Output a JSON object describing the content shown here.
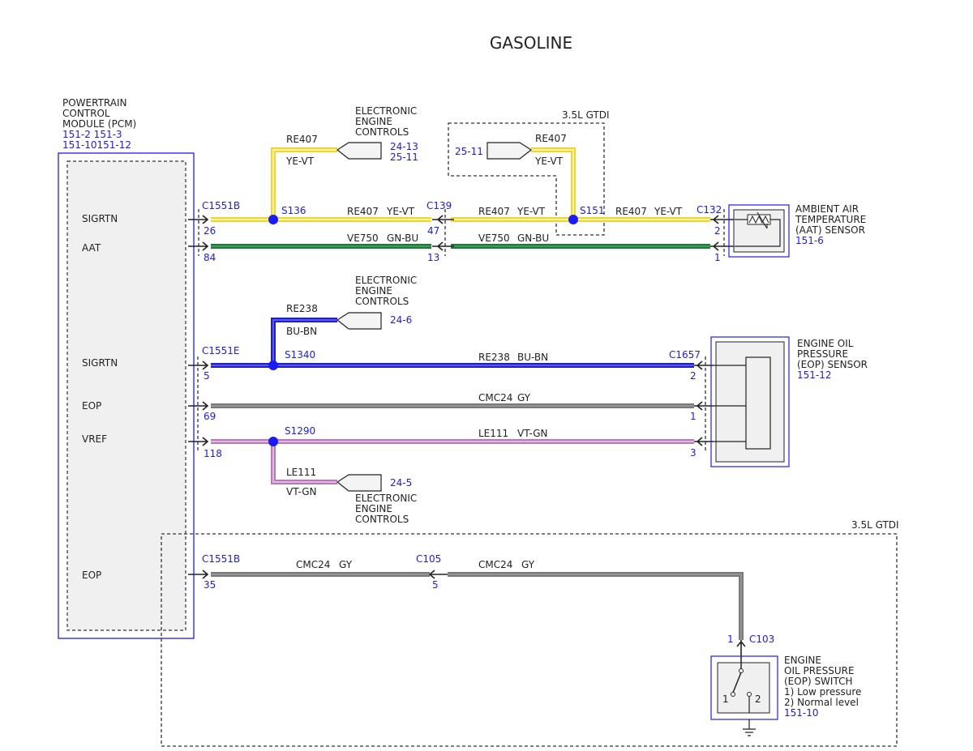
{
  "title": "GASOLINE",
  "colors": {
    "label_blue": "#1a1aff",
    "YE-VT": {
      "base": "#f2d52b",
      "stripe": "#f7f3a8"
    },
    "GN-BU": {
      "base": "#1e7a2e",
      "stripe": "#2a8a5a"
    },
    "BU-BN": {
      "base": "#2020c8",
      "stripe": "#4a4ae0"
    },
    "GY": {
      "base": "#7a7a7a",
      "stripe": "#8f8f8f"
    },
    "VT-GN": {
      "base": "#b77ab7",
      "stripe": "#d9a8d9"
    }
  },
  "pcm": {
    "name_lines": [
      "POWERTRAIN",
      "CONTROL",
      "MODULE (PCM)"
    ],
    "refs_line1": "151-2 151-3",
    "refs_line2": "151-10151-12",
    "pins": {
      "sigrtn1": "SIGRTN",
      "aat": "AAT",
      "sigrtn2": "SIGRTN",
      "eop1": "EOP",
      "vref": "VREF",
      "eop2": "EOP"
    }
  },
  "connectors": {
    "c1551b_top": "C1551B",
    "c1551e": "C1551E",
    "c1551b_bottom": "C1551B",
    "c139": "C139",
    "c132": "C132",
    "c1657": "C1657",
    "c105": "C105",
    "c103": "C103"
  },
  "splices": {
    "s136": "S136",
    "s151": "S151",
    "s1340": "S1340",
    "s1290": "S1290"
  },
  "pin_numbers": {
    "p26": "26",
    "p84": "84",
    "p47": "47",
    "p13": "13",
    "p2_aat": "2",
    "p1_aat": "1",
    "p5": "5",
    "p69": "69",
    "p118": "118",
    "p2_eop": "2",
    "p1_eop": "1",
    "p3_eop": "3",
    "p35": "35",
    "p5_c105": "5",
    "p1_c103": "1",
    "sw1": "1",
    "sw2": "2"
  },
  "circuits": {
    "re407": "RE407",
    "ye_vt": "YE-VT",
    "ve750": "VE750",
    "gn_bu": "GN-BU",
    "re238": "RE238",
    "bu_bn": "BU-BN",
    "cmc24": "CMC24",
    "gy": "GY",
    "le111": "LE111",
    "vt_gn": "VT-GN"
  },
  "refs": {
    "eec_1_a": "24-13",
    "eec_1_b": "25-11",
    "gtdi_ref": "25-11",
    "eec_2": "24-6",
    "eec_3": "24-5"
  },
  "eec_label": [
    "ELECTRONIC",
    "ENGINE",
    "CONTROLS"
  ],
  "gtdi_label": "3.5L GTDI",
  "aat_sensor": {
    "lines": [
      "AMBIENT AIR",
      "TEMPERATURE",
      "(AAT) SENSOR"
    ],
    "ref": "151-6"
  },
  "eop_sensor": {
    "lines": [
      "ENGINE OIL",
      "PRESSURE",
      "(EOP) SENSOR"
    ],
    "ref": "151-12"
  },
  "eop_switch": {
    "lines": [
      "ENGINE",
      "OIL PRESSURE",
      "(EOP) SWITCH",
      "1) Low pressure",
      "2) Normal level"
    ],
    "ref": "151-10"
  }
}
